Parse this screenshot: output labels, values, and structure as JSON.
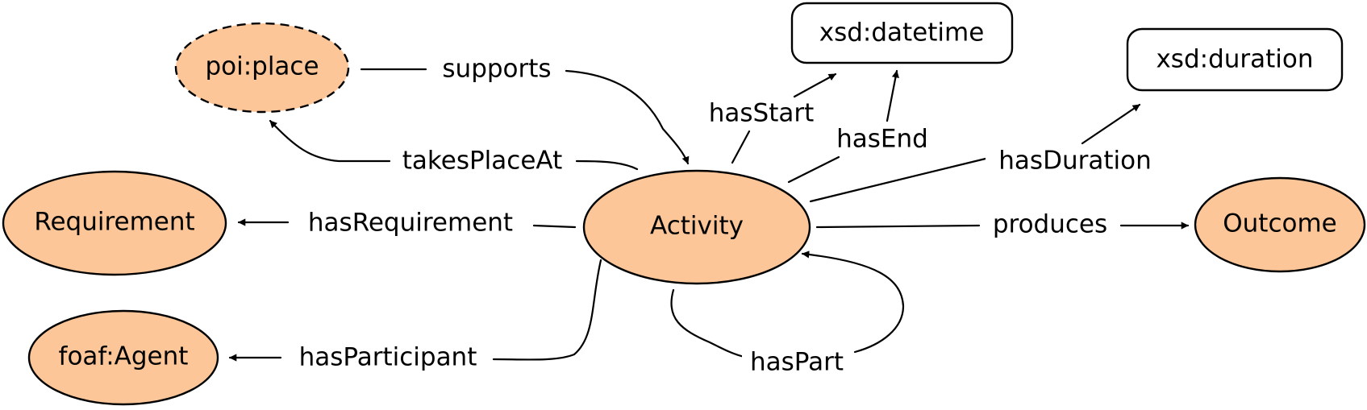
{
  "colors": {
    "class_fill": "#fdc698",
    "datatype_fill": "#ffffff",
    "stroke": "#000000"
  },
  "nodes": {
    "poi_place": "poi:place",
    "requirement": "Requirement",
    "foaf_agent": "foaf:Agent",
    "activity": "Activity",
    "outcome": "Outcome",
    "xsd_datetime": "xsd:datetime",
    "xsd_duration": "xsd:duration"
  },
  "edges": {
    "supports": "supports",
    "takes_place_at": "takesPlaceAt",
    "has_requirement": "hasRequirement",
    "has_participant": "hasParticipant",
    "has_start": "hasStart",
    "has_end": "hasEnd",
    "has_duration": "hasDuration",
    "produces": "produces",
    "has_part": "hasPart"
  }
}
